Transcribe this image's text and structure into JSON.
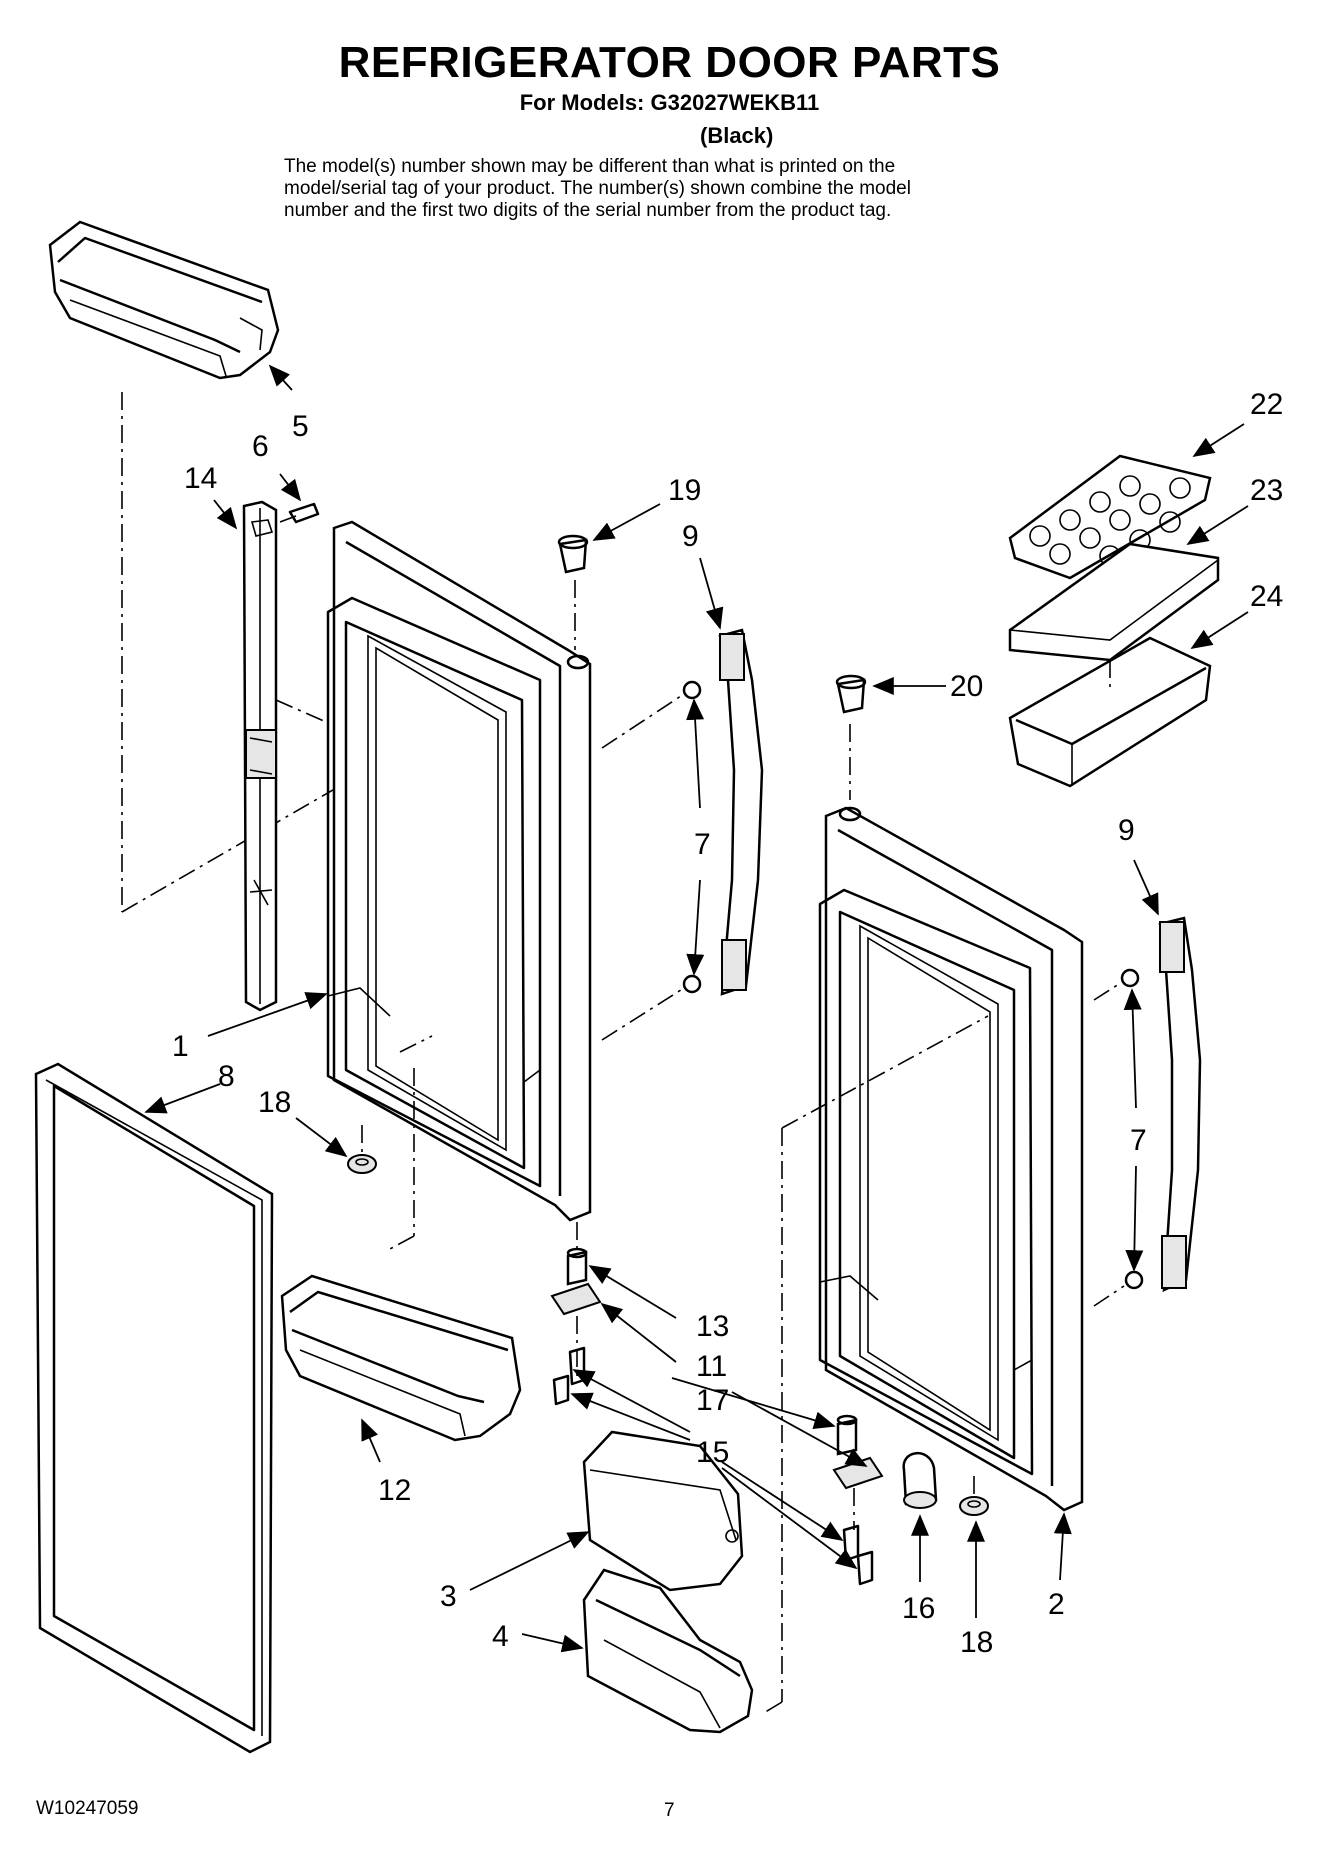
{
  "header": {
    "title": "REFRIGERATOR DOOR PARTS",
    "subtitle": "For Models: G32027WEKB11",
    "color": "(Black)",
    "note_lines": [
      "The model(s) number shown may be different than what is printed on the",
      "model/serial tag of your product. The number(s) shown combine the model",
      "number and the first two digits of the serial number from the product tag."
    ]
  },
  "callouts": [
    {
      "id": "c5",
      "label": "5"
    },
    {
      "id": "c6",
      "label": "6"
    },
    {
      "id": "c14",
      "label": "14"
    },
    {
      "id": "c19",
      "label": "19"
    },
    {
      "id": "c9a",
      "label": "9"
    },
    {
      "id": "c7a",
      "label": "7"
    },
    {
      "id": "c22",
      "label": "22"
    },
    {
      "id": "c23",
      "label": "23"
    },
    {
      "id": "c24",
      "label": "24"
    },
    {
      "id": "c20",
      "label": "20"
    },
    {
      "id": "c9b",
      "label": "9"
    },
    {
      "id": "c7b",
      "label": "7"
    },
    {
      "id": "c1",
      "label": "1"
    },
    {
      "id": "c8",
      "label": "8"
    },
    {
      "id": "c18a",
      "label": "18"
    },
    {
      "id": "c13",
      "label": "13"
    },
    {
      "id": "c11",
      "label": "11"
    },
    {
      "id": "c17",
      "label": "17"
    },
    {
      "id": "c15",
      "label": "15"
    },
    {
      "id": "c12",
      "label": "12"
    },
    {
      "id": "c3",
      "label": "3"
    },
    {
      "id": "c4",
      "label": "4"
    },
    {
      "id": "c16",
      "label": "16"
    },
    {
      "id": "c18b",
      "label": "18"
    },
    {
      "id": "c2",
      "label": "2"
    }
  ],
  "footer": {
    "doc_number": "W10247059",
    "page_number": "7"
  }
}
